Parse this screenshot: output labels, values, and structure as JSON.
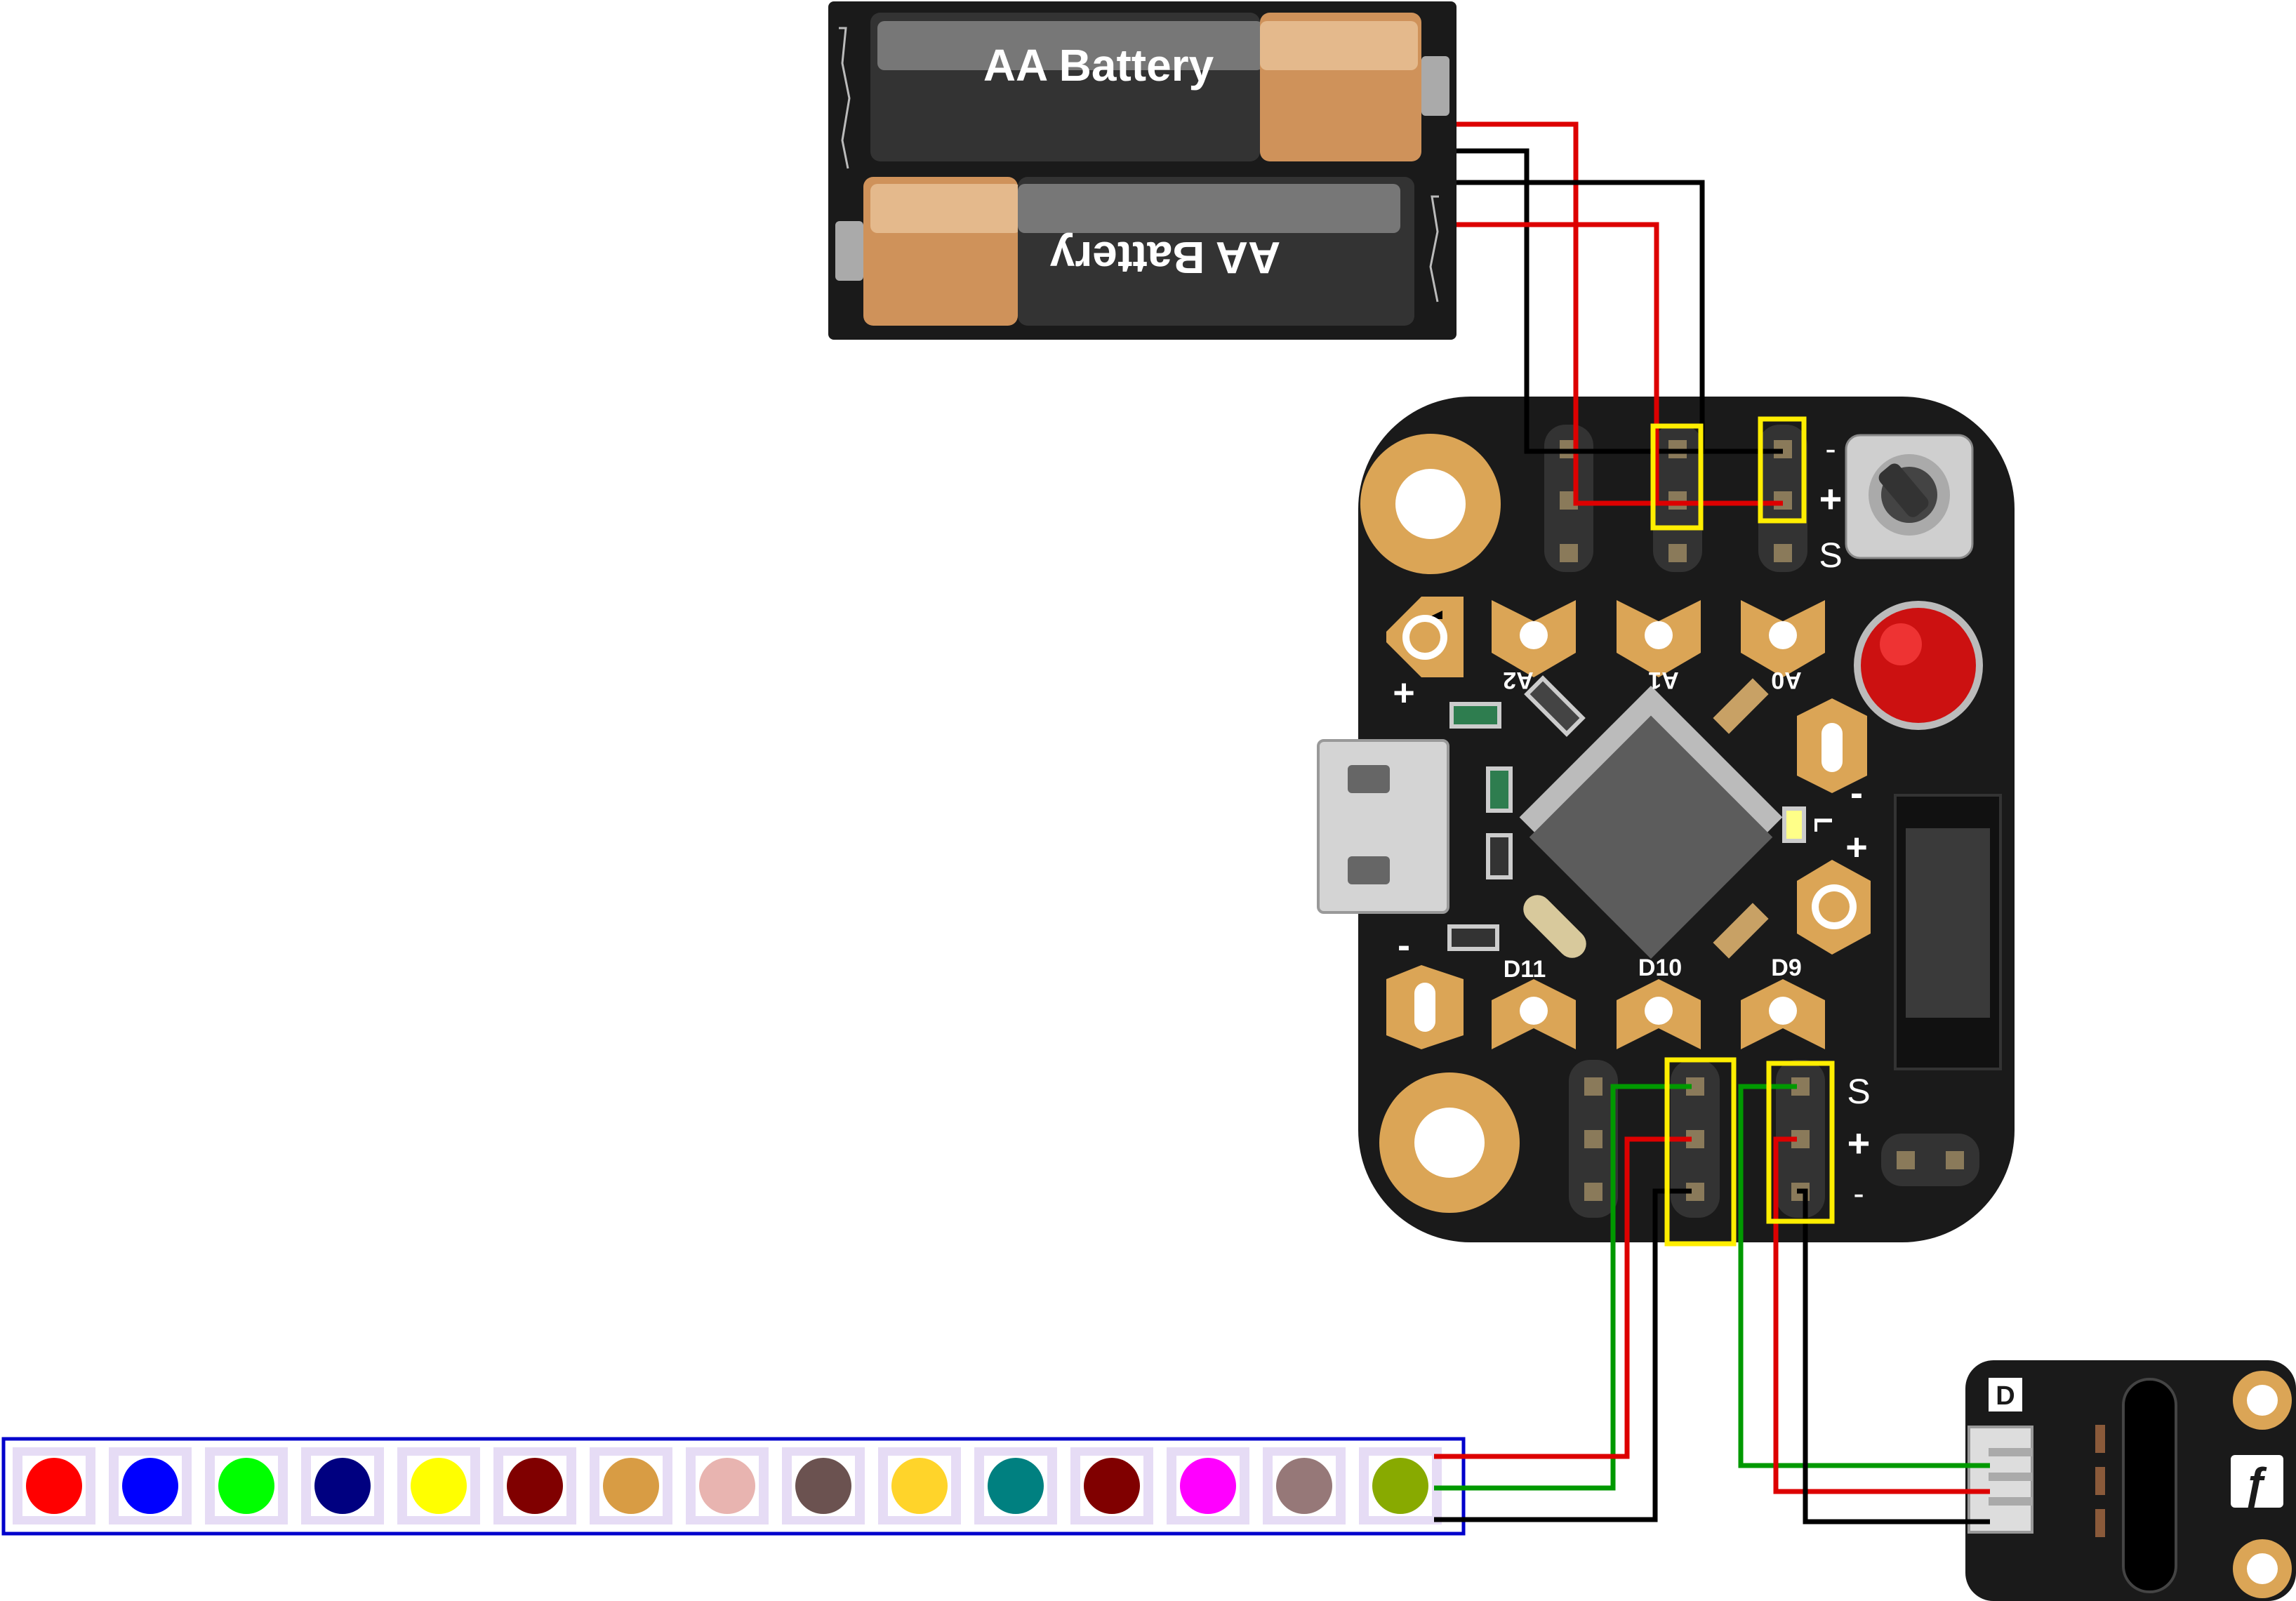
{
  "battery_pack": {
    "cell_top_label": "AA Battery",
    "cell_bottom_label": "AA Battery"
  },
  "board": {
    "pad_labels": {
      "a2": "A2",
      "a1": "A1",
      "a0": "A0",
      "d11": "D11",
      "d10": "D10",
      "d9": "D9",
      "plus_left": "+",
      "minus_left": "-",
      "minus_right": "-",
      "plus_right": "+",
      "led_l": "L"
    },
    "top_header_labels": [
      "-",
      "+",
      "S"
    ],
    "bottom_header_labels": [
      "S",
      "+",
      "-"
    ]
  },
  "sensor_module": {
    "badge": "D",
    "logo_glyph": "ƒ"
  },
  "led_strip": {
    "leds": [
      "#ff0000",
      "#0000ff",
      "#00ff00",
      "#000080",
      "#ffff00",
      "#800000",
      "#d89c44",
      "#e8b4b0",
      "#6b5250",
      "#ffd42a",
      "#008080",
      "#800000",
      "#ff00ff",
      "#967878",
      "#88aa00"
    ]
  },
  "colors": {
    "wire_red": "#dd0000",
    "wire_black": "#000000",
    "wire_green": "#009900",
    "highlight": "#ffee00",
    "strip_border": "#0000cc",
    "board": "#1a1a1a",
    "pad_gold": "#dba556"
  }
}
